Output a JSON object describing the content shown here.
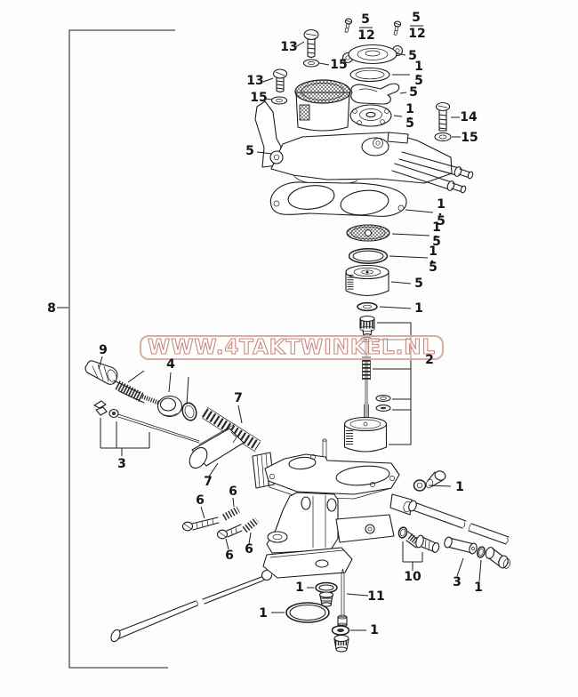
{
  "page": {
    "background": "#fdfdfd",
    "ink_color": "#1c1c1c"
  },
  "watermark": {
    "text": "WWW.4TAKTWINKEL.NL",
    "color": "#c9887e"
  },
  "diagram": {
    "type": "exploded-parts-diagram",
    "callouts": {
      "five_a": "5",
      "twelve_a": "12",
      "five_b": "5",
      "twelve_b": "12",
      "thirteen_a": "13",
      "fifteen_a": "15",
      "thirteen_b": "13",
      "fifteen_b": "15",
      "five_cover": "5",
      "one_gasket_top": "1",
      "five_gasket_top": "5",
      "five_plate": "5",
      "one_pump": "1",
      "five_pump": "5",
      "fourteen": "14",
      "fifteen_c": "15",
      "five_flange": "5",
      "one_manifold": "1",
      "five_manifold": "5",
      "one_screen": "1",
      "five_screen": "5",
      "one_oring_mid": "1",
      "five_oring_mid": "5",
      "five_roller": "5",
      "one_washer_mid": "1",
      "two": "2",
      "nine": "9",
      "four": "4",
      "three_left": "3",
      "seven_spring": "7",
      "seven_slide": "7",
      "six_a": "6",
      "six_b": "6",
      "six_c": "6",
      "six_d": "6",
      "one_oring_small": "1",
      "one_oring_large": "1",
      "eleven": "11",
      "one_washer_bottom": "1",
      "one_plug_right": "1",
      "ten": "10",
      "three_right": "3",
      "one_oring_right": "1",
      "eight": "8"
    }
  }
}
